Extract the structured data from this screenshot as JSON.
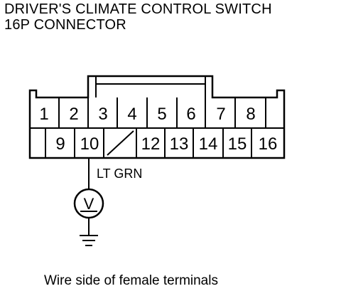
{
  "header": {
    "title_line1": "DRIVER'S CLIMATE CONTROL SWITCH",
    "title_line2": "16P CONNECTOR"
  },
  "connector": {
    "top_row": [
      "1",
      "2",
      "3",
      "4",
      "5",
      "6",
      "7",
      "8"
    ],
    "bottom_row": [
      "9",
      "10",
      "",
      "12",
      "13",
      "14",
      "15",
      "16"
    ],
    "probed_terminal": "10"
  },
  "wire": {
    "color_label": "LT GRN"
  },
  "meter": {
    "symbol": "V"
  },
  "footer": {
    "caption": "Wire side of female terminals"
  },
  "colors": {
    "line": "#000000",
    "background": "#ffffff"
  }
}
